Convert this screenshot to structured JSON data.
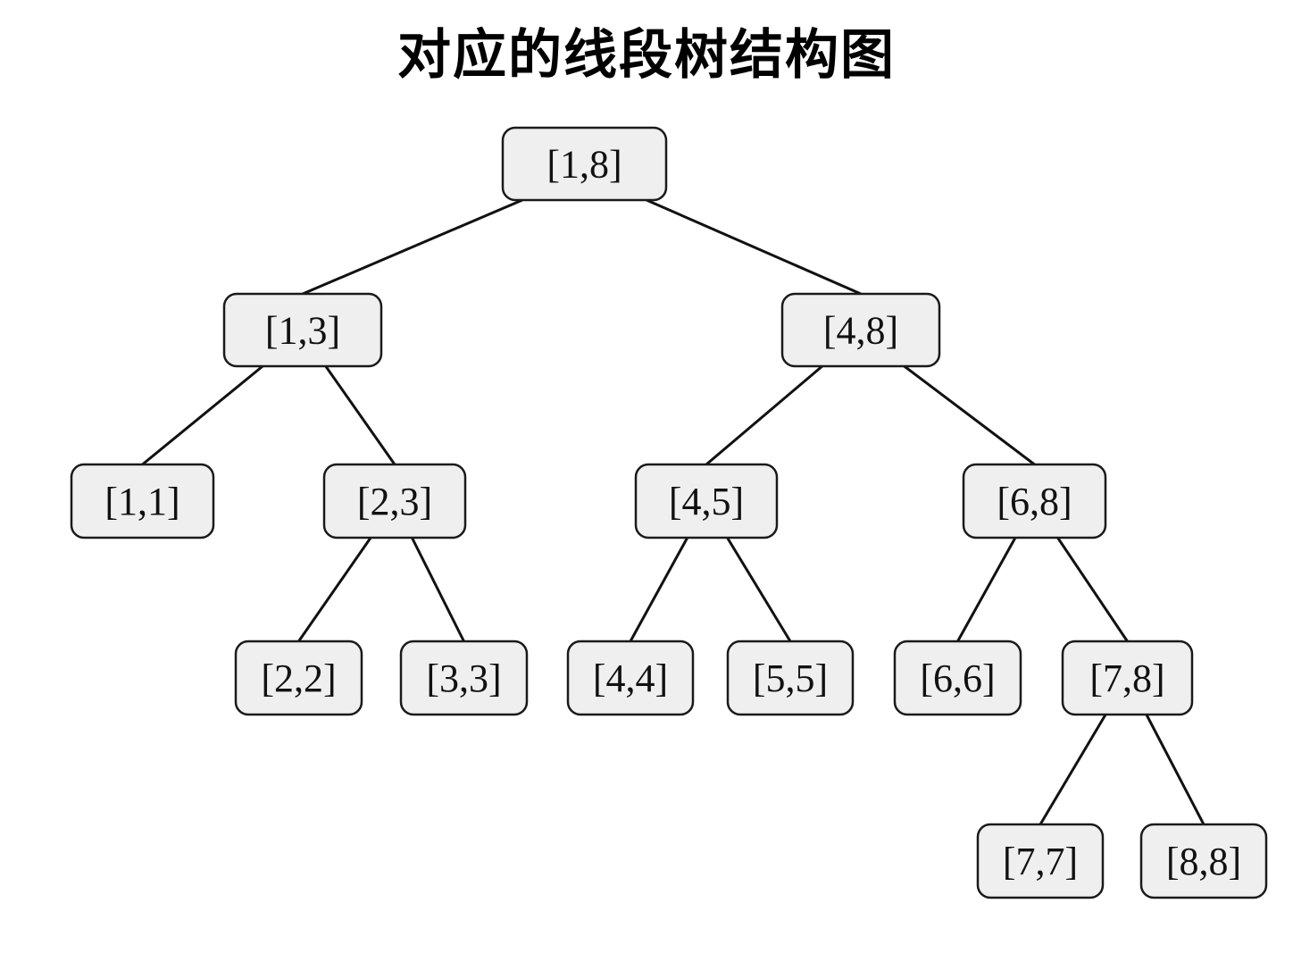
{
  "title": "对应的线段树结构图",
  "colors": {
    "node_fill": "#efefef",
    "node_stroke": "#1a1a1a",
    "edge": "#111111",
    "text": "#111111",
    "background": "#ffffff"
  },
  "tree": {
    "nodes": [
      {
        "id": "n1-8",
        "label": "[1,8]"
      },
      {
        "id": "n1-3",
        "label": "[1,3]"
      },
      {
        "id": "n4-8",
        "label": "[4,8]"
      },
      {
        "id": "n1-1",
        "label": "[1,1]"
      },
      {
        "id": "n2-3",
        "label": "[2,3]"
      },
      {
        "id": "n4-5",
        "label": "[4,5]"
      },
      {
        "id": "n6-8",
        "label": "[6,8]"
      },
      {
        "id": "n2-2",
        "label": "[2,2]"
      },
      {
        "id": "n3-3",
        "label": "[3,3]"
      },
      {
        "id": "n4-4",
        "label": "[4,4]"
      },
      {
        "id": "n5-5",
        "label": "[5,5]"
      },
      {
        "id": "n6-6",
        "label": "[6,6]"
      },
      {
        "id": "n7-8",
        "label": "[7,8]"
      },
      {
        "id": "n7-7",
        "label": "[7,7]"
      },
      {
        "id": "n8-8",
        "label": "[8,8]"
      }
    ],
    "edges": [
      {
        "from": "n1-8",
        "to": "n1-3"
      },
      {
        "from": "n1-8",
        "to": "n4-8"
      },
      {
        "from": "n1-3",
        "to": "n1-1"
      },
      {
        "from": "n1-3",
        "to": "n2-3"
      },
      {
        "from": "n4-8",
        "to": "n4-5"
      },
      {
        "from": "n4-8",
        "to": "n6-8"
      },
      {
        "from": "n2-3",
        "to": "n2-2"
      },
      {
        "from": "n2-3",
        "to": "n3-3"
      },
      {
        "from": "n4-5",
        "to": "n4-4"
      },
      {
        "from": "n4-5",
        "to": "n5-5"
      },
      {
        "from": "n6-8",
        "to": "n6-6"
      },
      {
        "from": "n6-8",
        "to": "n7-8"
      },
      {
        "from": "n7-8",
        "to": "n7-7"
      },
      {
        "from": "n7-8",
        "to": "n8-8"
      }
    ]
  }
}
